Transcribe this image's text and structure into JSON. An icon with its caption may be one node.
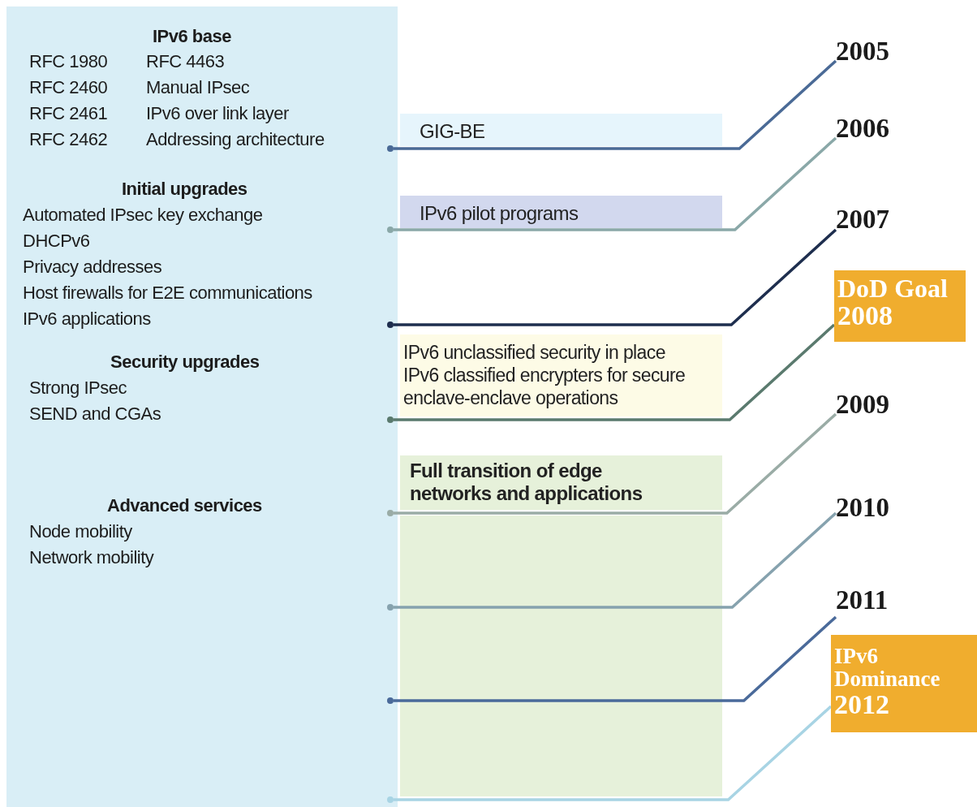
{
  "diagram": {
    "nodes": [
      {
        "text": [
          "IPv6 base",
          "RFC 1980",
          "RFC 4463",
          "RFC 2460",
          "Manual IPsec",
          "RFC 2461",
          "IPv6 over link layer",
          "RFC 2462",
          "Addressing architecture",
          "Initial upgrades",
          "Automated IPsec key exchange",
          "DHCPv6",
          "Privacy addresses",
          "Host firewalls for E2E communications",
          "IPv6 applications",
          "Security upgrades",
          "Strong IPsec",
          "SEND and CGAs",
          "Advanced services",
          "Node mobility",
          "Network mobility"
        ]
      },
      {
        "text": [
          "GIG-BE"
        ]
      },
      {
        "text": [
          "IPv6 pilot programs"
        ]
      },
      {
        "text": [
          "IPv6 unclassified security in place",
          "IPv6 classified encrypters for secure enclave-enclave operations"
        ]
      },
      {
        "text": [
          "Full transition of edge networks and applications"
        ]
      },
      {
        "text": [],
        "shape": "circle",
        "in": 0
      },
      {
        "text": [],
        "shape": "circle",
        "in": 0
      },
      {
        "text": [],
        "shape": "circle",
        "in": 0
      },
      {
        "text": [],
        "shape": "circle",
        "in": 0
      },
      {
        "text": [],
        "shape": "circle",
        "in": 0
      },
      {
        "text": [],
        "shape": "circle",
        "in": 0
      },
      {
        "text": [],
        "shape": "circle",
        "in": 0
      },
      {
        "text": [],
        "shape": "circle",
        "in": 0
      },
      {
        "text": [
          "2005"
        ]
      },
      {
        "text": [
          "2006"
        ]
      },
      {
        "text": [
          "2007"
        ]
      },
      {
        "text": [
          "DoD Goal",
          "2008"
        ]
      },
      {
        "text": [
          "2009"
        ]
      },
      {
        "text": [
          "2010"
        ]
      },
      {
        "text": [
          "2011"
        ]
      },
      {
        "text": [
          "IPv6 Dominance",
          "2012"
        ]
      }
    ],
    "edges": [
      {
        "from": 5,
        "to": 13,
        "arrow": "none",
        "color": "#4a6a96"
      },
      {
        "from": 6,
        "to": 14,
        "arrow": "none",
        "color": "#8aa8a8"
      },
      {
        "from": 7,
        "to": 15,
        "arrow": "none",
        "color": "#1e2e4e"
      },
      {
        "from": 8,
        "to": 16,
        "arrow": "none",
        "color": "#5a7a6e"
      },
      {
        "from": 9,
        "to": 17,
        "arrow": "none",
        "color": "#9aaca6"
      },
      {
        "from": 10,
        "to": 18,
        "arrow": "none",
        "color": "#86a2ae"
      },
      {
        "from": 11,
        "to": 19,
        "arrow": "none",
        "color": "#4a6a9a"
      },
      {
        "from": 12,
        "to": 20,
        "arrow": "none",
        "color": "#a8d4e4"
      }
    ]
  }
}
